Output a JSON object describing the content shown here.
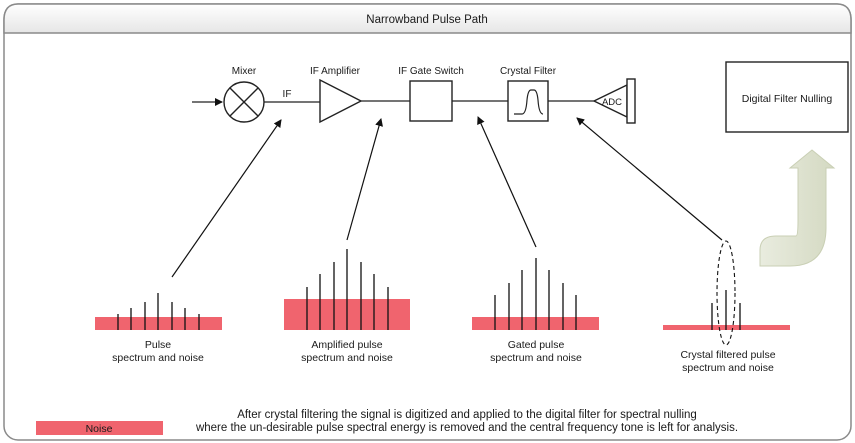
{
  "title": "Narrowband Pulse Path",
  "blocks": {
    "mixer": "Mixer",
    "if_label": "IF",
    "if_amplifier": "IF Amplifier",
    "if_gate_switch": "IF Gate Switch",
    "crystal_filter": "Crystal Filter",
    "adc": "ADC",
    "digital_filter_nulling": "Digital Filter Nulling"
  },
  "spectra": [
    {
      "line1": "Pulse",
      "line2": "spectrum and noise"
    },
    {
      "line1": "Amplified pulse",
      "line2": "spectrum and noise"
    },
    {
      "line1": "Gated pulse",
      "line2": "spectrum and noise"
    },
    {
      "line1": "Crystal filtered pulse",
      "line2": "spectrum and noise"
    }
  ],
  "legend": {
    "noise": "Noise"
  },
  "footnote": {
    "line1": "After crystal filtering the signal is digitized and applied to the digital filter for spectral nulling",
    "line2": "where the un-desirable pulse spectral energy is removed and the central frequency tone is left for analysis."
  },
  "colors": {
    "noise": "#f0646e",
    "line": "#222222",
    "frame": "#8a8a8a",
    "title_bar": "#f2f2f2",
    "curved_arrow": "#dde2cf"
  }
}
